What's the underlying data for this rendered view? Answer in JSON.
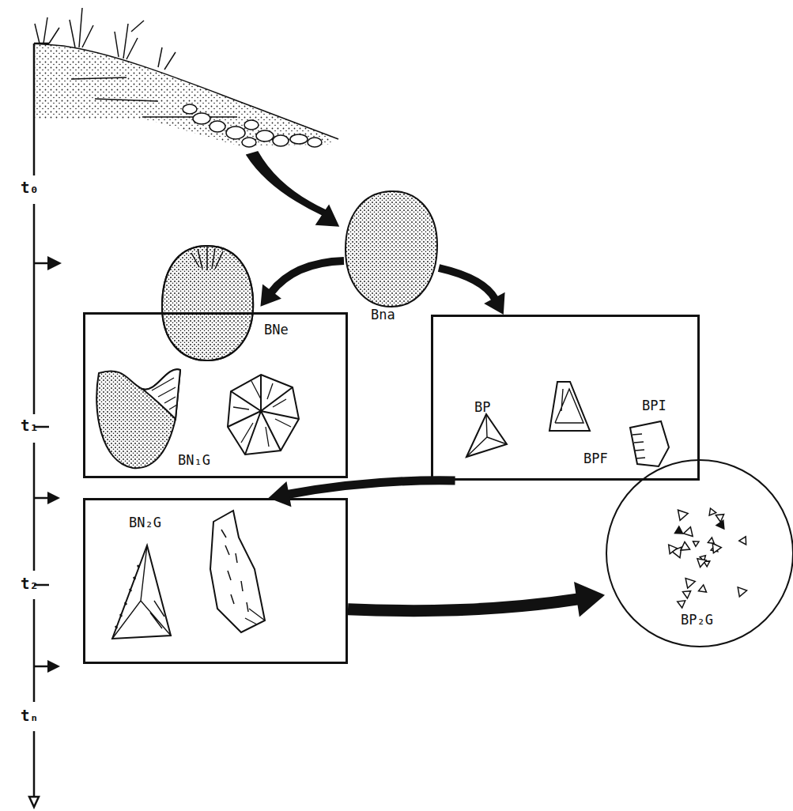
{
  "diagram": {
    "nodes": [
      {
        "text": [
          "Bna"
        ]
      },
      {
        "text": [
          "BNe",
          "BN₁G"
        ]
      },
      {
        "text": [
          "BP",
          "BPF",
          "BPI"
        ]
      },
      {
        "text": [
          "BN₂G"
        ]
      },
      {
        "text": [
          "BP₂G"
        ]
      }
    ],
    "edges": [
      {
        "from": 0,
        "to": 1,
        "arrow": "to"
      },
      {
        "from": 0,
        "to": 2,
        "arrow": "to"
      },
      {
        "from": 2,
        "to": 3,
        "arrow": "to"
      },
      {
        "from": 3,
        "to": 4,
        "arrow": "to"
      }
    ],
    "labels": [
      "t₀",
      "t₁",
      "t₂",
      "tₙ"
    ]
  }
}
